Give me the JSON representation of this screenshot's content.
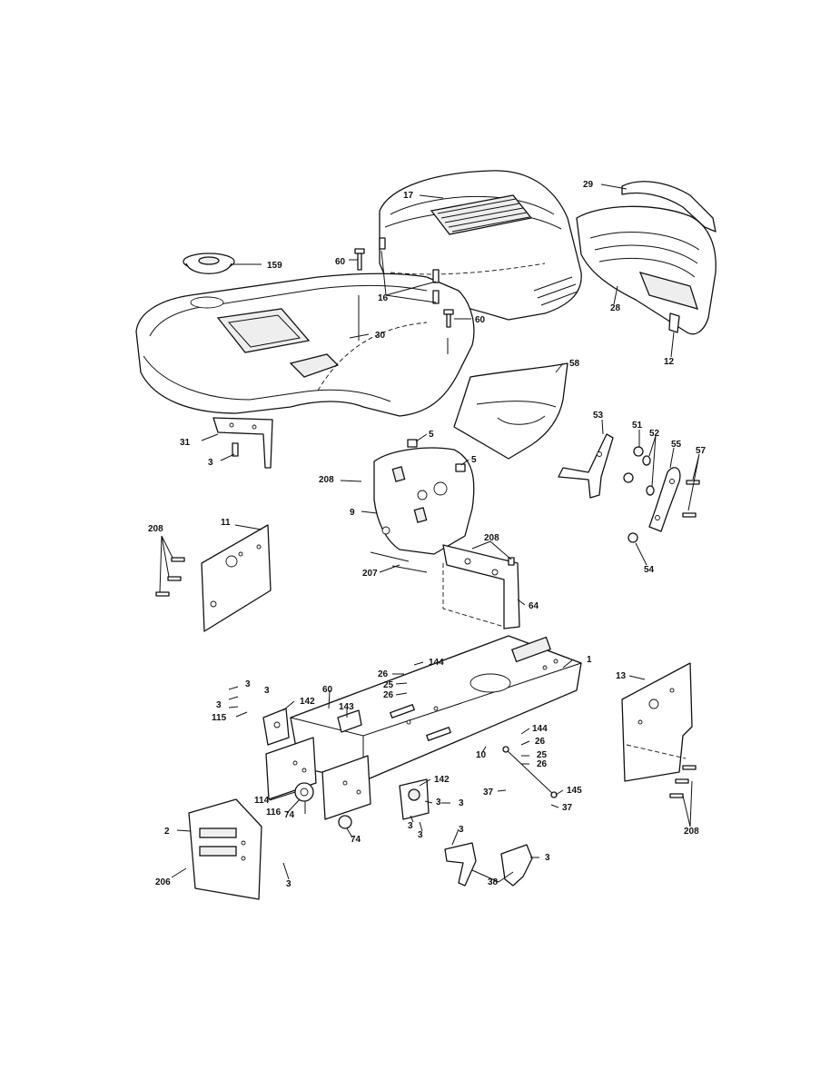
{
  "callouts": [
    {
      "id": "c17",
      "label": "17"
    },
    {
      "id": "c29",
      "label": "29"
    },
    {
      "id": "c159",
      "label": "159"
    },
    {
      "id": "c60a",
      "label": "60"
    },
    {
      "id": "c16",
      "label": "16"
    },
    {
      "id": "c60b",
      "label": "60"
    },
    {
      "id": "c28",
      "label": "28"
    },
    {
      "id": "c30",
      "label": "30"
    },
    {
      "id": "c12",
      "label": "12"
    },
    {
      "id": "c58",
      "label": "58"
    },
    {
      "id": "c31",
      "label": "31"
    },
    {
      "id": "c3a",
      "label": "3"
    },
    {
      "id": "c5a",
      "label": "5"
    },
    {
      "id": "c5b",
      "label": "5"
    },
    {
      "id": "c53",
      "label": "53"
    },
    {
      "id": "c51",
      "label": "51"
    },
    {
      "id": "c52",
      "label": "52"
    },
    {
      "id": "c55",
      "label": "55"
    },
    {
      "id": "c57",
      "label": "57"
    },
    {
      "id": "c208a",
      "label": "208"
    },
    {
      "id": "c9",
      "label": "9"
    },
    {
      "id": "c208b",
      "label": "208"
    },
    {
      "id": "c11",
      "label": "11"
    },
    {
      "id": "c208c",
      "label": "208"
    },
    {
      "id": "c207",
      "label": "207"
    },
    {
      "id": "c54",
      "label": "54"
    },
    {
      "id": "c64",
      "label": "64"
    },
    {
      "id": "c1",
      "label": "1"
    },
    {
      "id": "c144a",
      "label": "144"
    },
    {
      "id": "c26a",
      "label": "26"
    },
    {
      "id": "c25a",
      "label": "25"
    },
    {
      "id": "c26b",
      "label": "26"
    },
    {
      "id": "c13",
      "label": "13"
    },
    {
      "id": "c3b",
      "label": "3"
    },
    {
      "id": "c3c",
      "label": "3"
    },
    {
      "id": "c3d",
      "label": "3"
    },
    {
      "id": "c60c",
      "label": "60"
    },
    {
      "id": "c142a",
      "label": "142"
    },
    {
      "id": "c143",
      "label": "143"
    },
    {
      "id": "c115",
      "label": "115"
    },
    {
      "id": "c144b",
      "label": "144"
    },
    {
      "id": "c26c",
      "label": "26"
    },
    {
      "id": "c10",
      "label": "10"
    },
    {
      "id": "c25b",
      "label": "25"
    },
    {
      "id": "c26d",
      "label": "26"
    },
    {
      "id": "c142b",
      "label": "142"
    },
    {
      "id": "c37a",
      "label": "37"
    },
    {
      "id": "c145",
      "label": "145"
    },
    {
      "id": "c114",
      "label": "114"
    },
    {
      "id": "c3e",
      "label": "3"
    },
    {
      "id": "c3f",
      "label": "3"
    },
    {
      "id": "c116",
      "label": "116"
    },
    {
      "id": "c74a",
      "label": "74"
    },
    {
      "id": "c37b",
      "label": "37"
    },
    {
      "id": "c3g",
      "label": "3"
    },
    {
      "id": "c3h",
      "label": "3"
    },
    {
      "id": "c2",
      "label": "2"
    },
    {
      "id": "c74b",
      "label": "74"
    },
    {
      "id": "c208d",
      "label": "208"
    },
    {
      "id": "c3i",
      "label": "3"
    },
    {
      "id": "c3j",
      "label": "3"
    },
    {
      "id": "c206",
      "label": "206"
    },
    {
      "id": "c3k",
      "label": "3"
    },
    {
      "id": "c38",
      "label": "38"
    }
  ]
}
